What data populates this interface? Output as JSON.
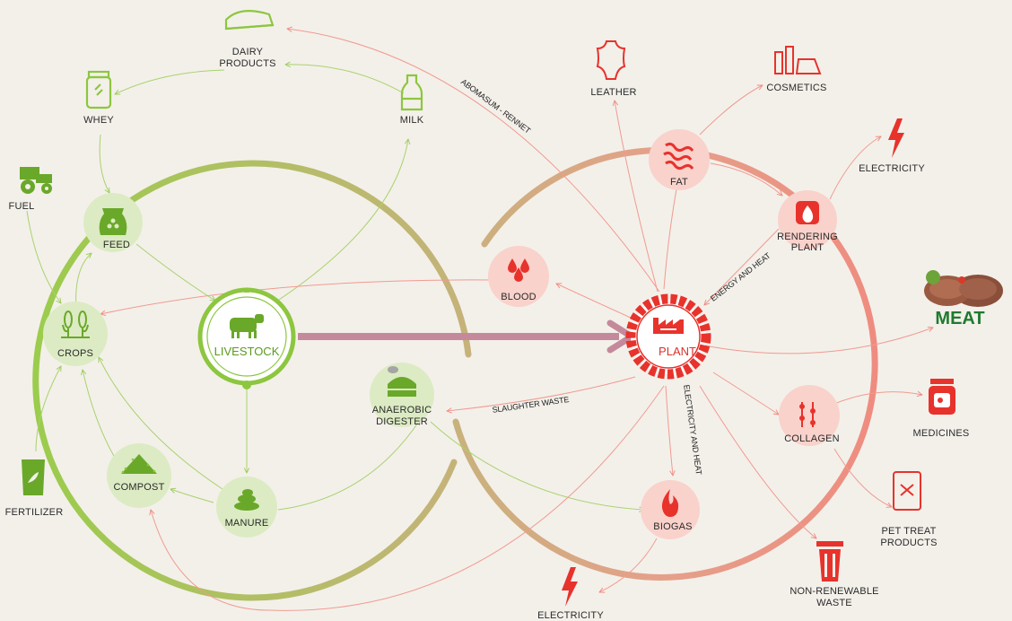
{
  "colors": {
    "green": "#8dc63f",
    "dark_green": "#6aa82a",
    "red": "#e8322c",
    "pink": "#f6b3a9",
    "bg": "#f3f0ea"
  },
  "hubs": {
    "livestock": "LIVESTOCK",
    "plant": "PLANT"
  },
  "nodes": {
    "feed": "FEED",
    "crops": "CROPS",
    "compost": "COMPOST",
    "manure": "MANURE",
    "digester_1": "ANAEROBIC",
    "digester_2": "DIGESTER",
    "blood": "BLOOD",
    "fat": "FAT",
    "rendering_1": "RENDERING",
    "rendering_2": "PLANT",
    "collagen": "COLLAGEN",
    "biogas": "BIOGAS"
  },
  "outputs": {
    "dairy_1": "DAIRY",
    "dairy_2": "PRODUCTS",
    "whey": "WHEY",
    "milk": "MILK",
    "fuel": "FUEL",
    "fertilizer": "FERTILIZER",
    "leather": "LEATHER",
    "cosmetics": "COSMETICS",
    "electricity_top": "ELECTRICITY",
    "meat": "MEAT",
    "medicines": "MEDICINES",
    "pet_1": "PET TREAT",
    "pet_2": "PRODUCTS",
    "waste_1": "NON-RENEWABLE",
    "waste_2": "WASTE",
    "electricity_bottom": "ELECTRICITY"
  },
  "edge_labels": {
    "rennet": "ABOMASUM - RENNET",
    "energy": "ENERGY AND HEAT",
    "slaughter": "SLAUGHTER WASTE",
    "elec_heat": "ELECTRICITY AND HEAT"
  },
  "icons": [
    "cow-icon",
    "factory-icon",
    "feed-sack-icon",
    "corn-icon",
    "compost-pile-icon",
    "manure-icon",
    "digester-tank-icon",
    "blood-drops-icon",
    "bacon-icon",
    "flame-icon",
    "collagen-icon",
    "cheese-icon",
    "jar-icon",
    "milk-bottle-icon",
    "tractor-icon",
    "fertilizer-bag-icon",
    "leather-hide-icon",
    "lipstick-icon",
    "lightning-icon",
    "meat-steak-icon",
    "medicine-jar-icon",
    "pet-treat-bag-icon",
    "trash-bin-icon"
  ]
}
